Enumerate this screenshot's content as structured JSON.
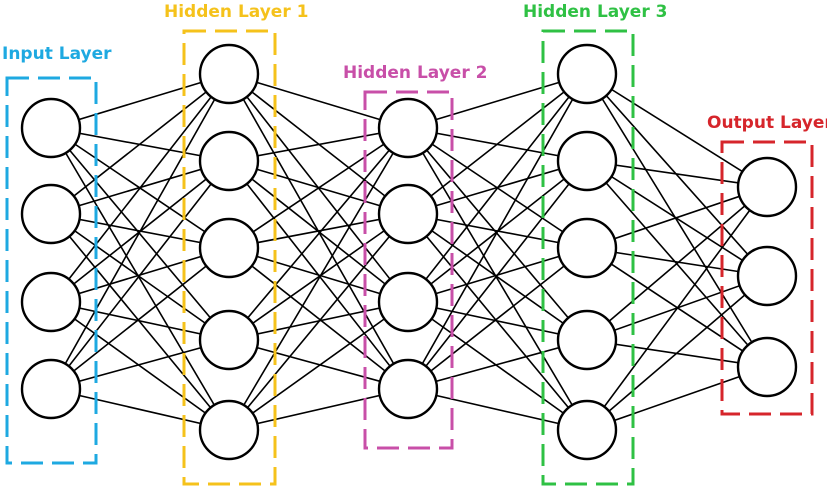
{
  "layers": [
    {
      "id": "input",
      "label": "Input Layer",
      "color": "#1ea9e1",
      "neurons": 4
    },
    {
      "id": "hidden1",
      "label": "Hidden Layer 1",
      "color": "#f5c21b",
      "neurons": 5
    },
    {
      "id": "hidden2",
      "label": "Hidden Layer 2",
      "color": "#c84fa8",
      "neurons": 4
    },
    {
      "id": "hidden3",
      "label": "Hidden Layer 3",
      "color": "#2fc144",
      "neurons": 5
    },
    {
      "id": "output",
      "label": "Output Layer",
      "color": "#d6252b",
      "neurons": 3
    }
  ],
  "connectivity": "fully-connected"
}
